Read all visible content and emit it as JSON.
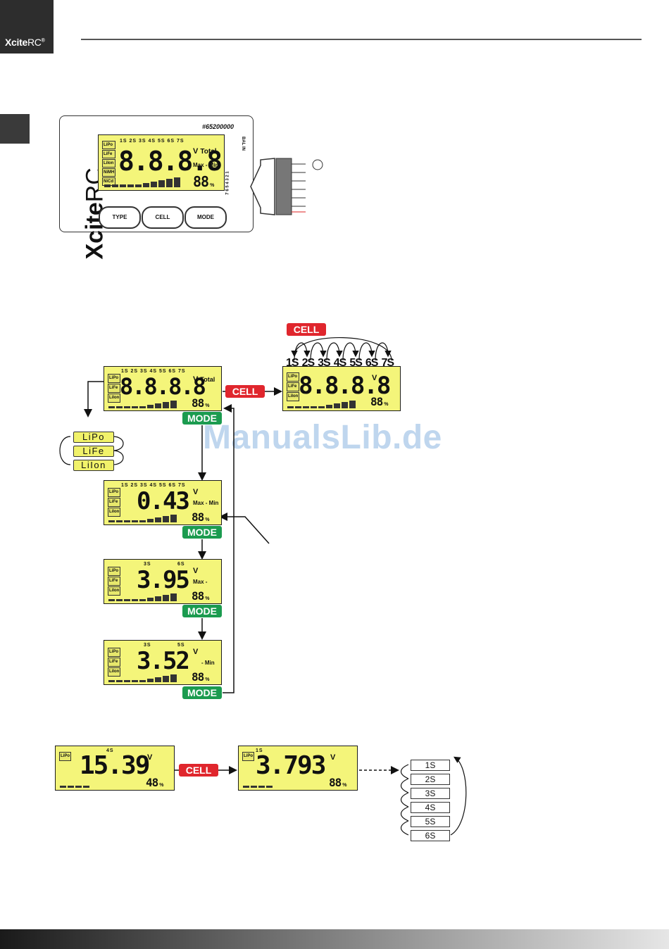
{
  "header": {
    "brand_bold": "Xcite",
    "brand_light": "RC",
    "brand_mark": "®"
  },
  "watermark": "ManualsLib.de",
  "device": {
    "brand_bold": "Xcite",
    "brand_light": "RC",
    "serial": "#65200000",
    "cell_row": "1S 2S 3S 4S 5S 6S 7S",
    "types": [
      "LiPo",
      "LiFe",
      "LiIon",
      "NiMH",
      "NiCd"
    ],
    "digits": "8.8.8.8",
    "unit": "V",
    "unit_label": "Total",
    "sub_label": "Max - Min",
    "percent": "88",
    "percent_unit": "%",
    "buttons": [
      "TYPE",
      "CELL",
      "MODE"
    ],
    "side_label_top": "BAL IN",
    "side_label_bottom": "7 6 5 4 3 2 1",
    "connector_circle": "○"
  },
  "diagram": {
    "cell_tag": "CELL",
    "mode_tag": "MODE",
    "cell_sequence": [
      "1S",
      "2S",
      "3S",
      "4S",
      "5S",
      "6S",
      "7S"
    ],
    "type_cycle": [
      "LiPo",
      "LiFe",
      "LiIon"
    ],
    "screens": {
      "main": {
        "cells": "1S 2S 3S 4S 5S 6S 7S",
        "value": "8.8.8.8",
        "unit": "V",
        "label": "Total",
        "percent": "88",
        "pct_unit": "%",
        "types": [
          "LiPo",
          "LiFe",
          "LiIon"
        ]
      },
      "cell": {
        "value": "8.8.8.8",
        "unit": "V",
        "percent": "88",
        "pct_unit": "%",
        "types": [
          "LiPo",
          "LiFe",
          "LiIon"
        ]
      },
      "diff": {
        "cells": "1S 2S 3S 4S 5S 6S 7S",
        "value": "0.43",
        "unit": "V",
        "label": "Max - Min",
        "percent": "88",
        "pct_unit": "%",
        "types": [
          "LiPo",
          "LiFe",
          "LiIon"
        ]
      },
      "max": {
        "cell_left": "3S",
        "cell_right": "6S",
        "value": "3.95",
        "unit": "V",
        "label": "Max -",
        "percent": "88",
        "pct_unit": "%",
        "types": [
          "LiPo",
          "LiFe",
          "LiIon"
        ]
      },
      "min": {
        "cell_left": "3S",
        "cell_right": "5S",
        "value": "3.52",
        "unit": "V",
        "label": "- Min",
        "percent": "88",
        "pct_unit": "%",
        "types": [
          "LiPo",
          "LiFe",
          "LiIon"
        ]
      },
      "total_example": {
        "cell": "4S",
        "value": "15.39",
        "unit": "V",
        "percent": "48",
        "pct_unit": "%",
        "type": "LiPo"
      },
      "cell_example": {
        "cell": "1S",
        "value": "3.793",
        "unit": "V",
        "percent": "88",
        "pct_unit": "%",
        "type": "LiPo"
      }
    },
    "cell_list": [
      "1S",
      "2S",
      "3S",
      "4S",
      "5S",
      "6S"
    ]
  }
}
